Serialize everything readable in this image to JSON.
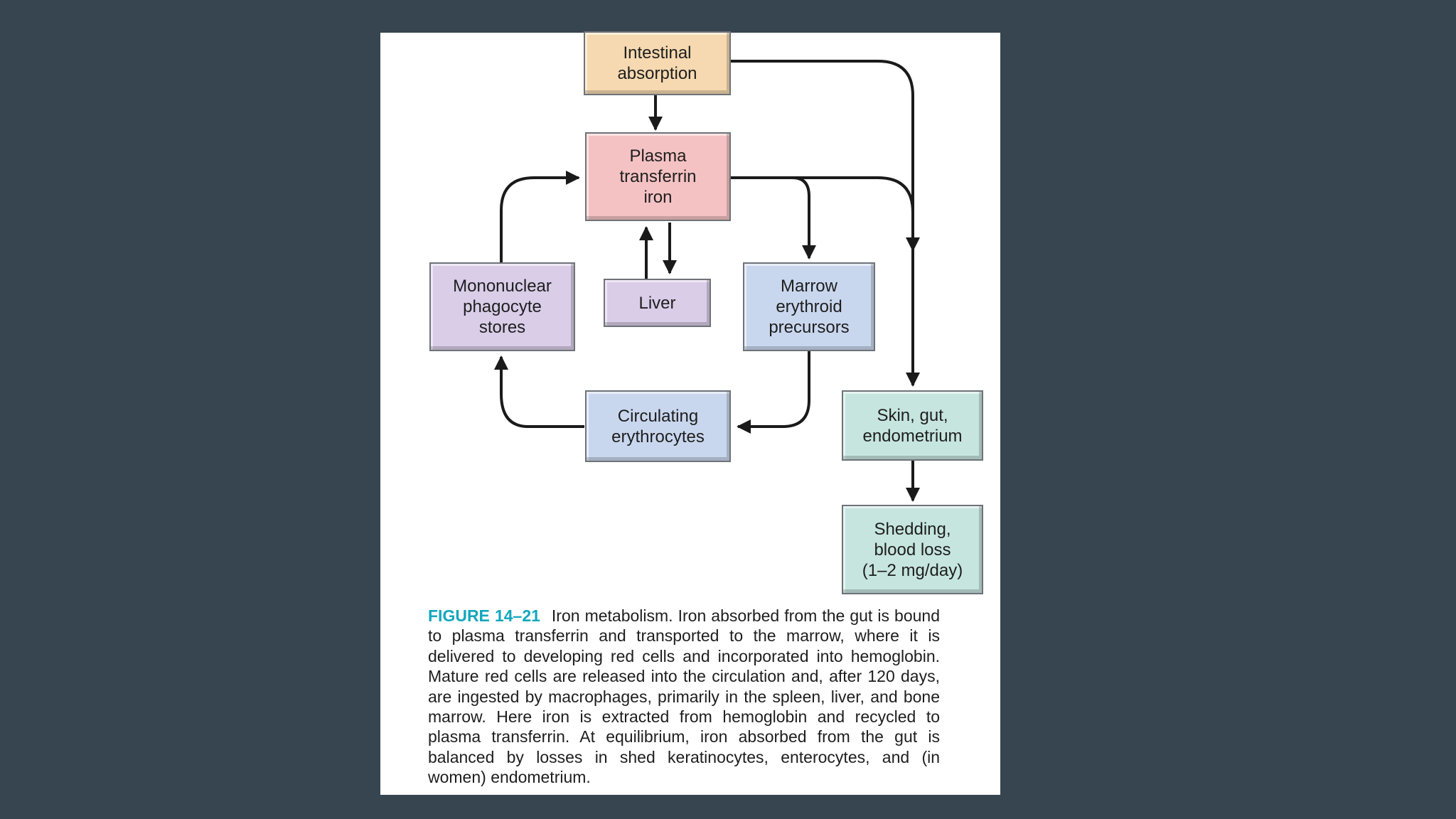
{
  "nodes": {
    "intestinal": "Intestinal\nabsorption",
    "plasma": "Plasma\ntransferrin\niron",
    "mononuclear": "Mononuclear\nphagocyte\nstores",
    "liver": "Liver",
    "marrow": "Marrow\nerythroid\nprecursors",
    "circulating": "Circulating\nerythrocytes",
    "skin": "Skin, gut,\nendometrium",
    "shedding": "Shedding,\nblood loss\n(1–2 mg/day)"
  },
  "caption": {
    "label": "FIGURE 14–21",
    "text": "Iron metabolism. Iron absorbed from the gut is bound to plasma transferrin and transported to the marrow, where it is delivered to developing red cells and incorporated into hemoglobin. Mature red cells are released into the circulation and, after 120 days, are ingested by macrophages, primarily in the spleen, liver, and bone marrow. Here iron is extracted from hemoglobin and recycled to plasma transferrin. At equilibrium, iron absorbed from the gut is balanced by losses in shed keratinocytes, enterocytes, and (in women) endometrium."
  },
  "colors": {
    "background": "#36454f",
    "slide": "#ffffff",
    "caption_label": "#12a7bd",
    "arrow": "#1a1a1a",
    "intestinal_fill": "#f6d9b0",
    "plasma_fill": "#f5c2c3",
    "phagocyte_liver_fill": "#d9cde8",
    "marrow_erythrocyte_fill": "#c9d7ee",
    "skin_shedding_fill": "#c6e5df"
  }
}
